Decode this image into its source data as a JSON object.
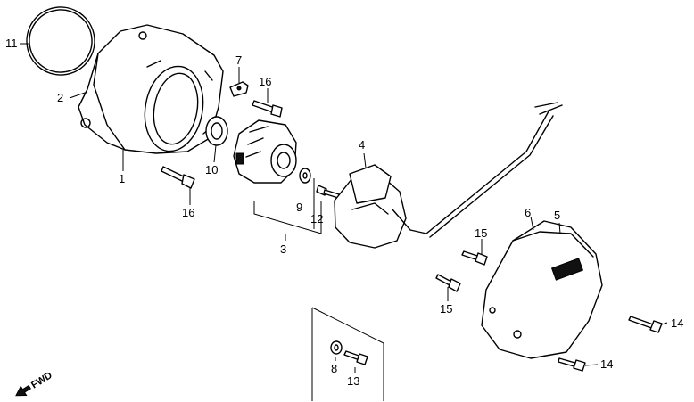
{
  "labels": {
    "l1": "1",
    "l2": "2",
    "l3": "3",
    "l4": "4",
    "l5": "5",
    "l6": "6",
    "l7": "7",
    "l8": "8",
    "l9": "9",
    "l10": "10",
    "l11": "11",
    "l12": "12",
    "l13": "13",
    "l14a": "14",
    "l14b": "14",
    "l15a": "15",
    "l15b": "15",
    "l16a": "16",
    "l16b": "16"
  },
  "direction": {
    "text": "FWD",
    "icon": "arrow-icon"
  }
}
